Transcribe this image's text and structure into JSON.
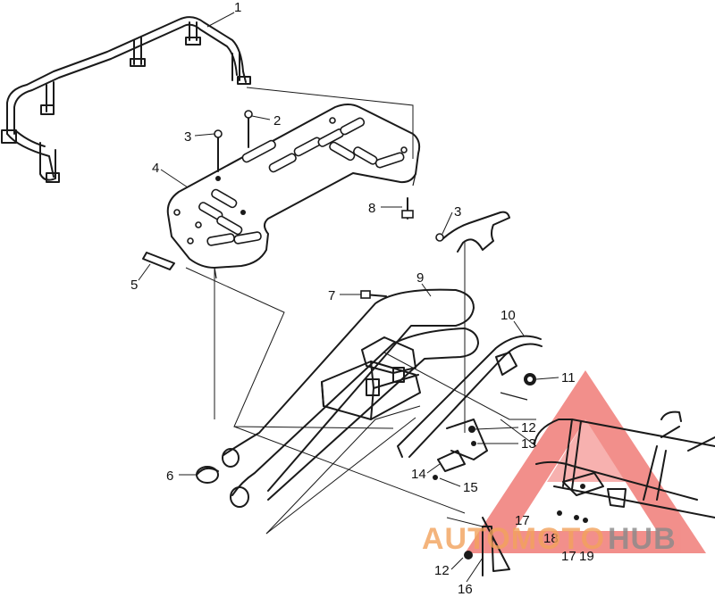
{
  "diagram": {
    "callouts": {
      "c1": "1",
      "c2": "2",
      "c3a": "3",
      "c3b": "3",
      "c4": "4",
      "c5": "5",
      "c6": "6",
      "c7": "7",
      "c8": "8",
      "c9": "9",
      "c10": "10",
      "c11": "11",
      "c12a": "12",
      "c12b": "12",
      "c13": "13",
      "c14": "14",
      "c15": "15",
      "c16": "16",
      "c17a": "17",
      "c17b": "17",
      "c18": "18",
      "c19": "19"
    }
  },
  "watermark": {
    "brand_part1": "AUTOMOTO",
    "brand_part2": "HUB",
    "colors": {
      "orange": "#f2a25c",
      "red": "#e8342e",
      "grey": "#8a8a8a"
    }
  }
}
